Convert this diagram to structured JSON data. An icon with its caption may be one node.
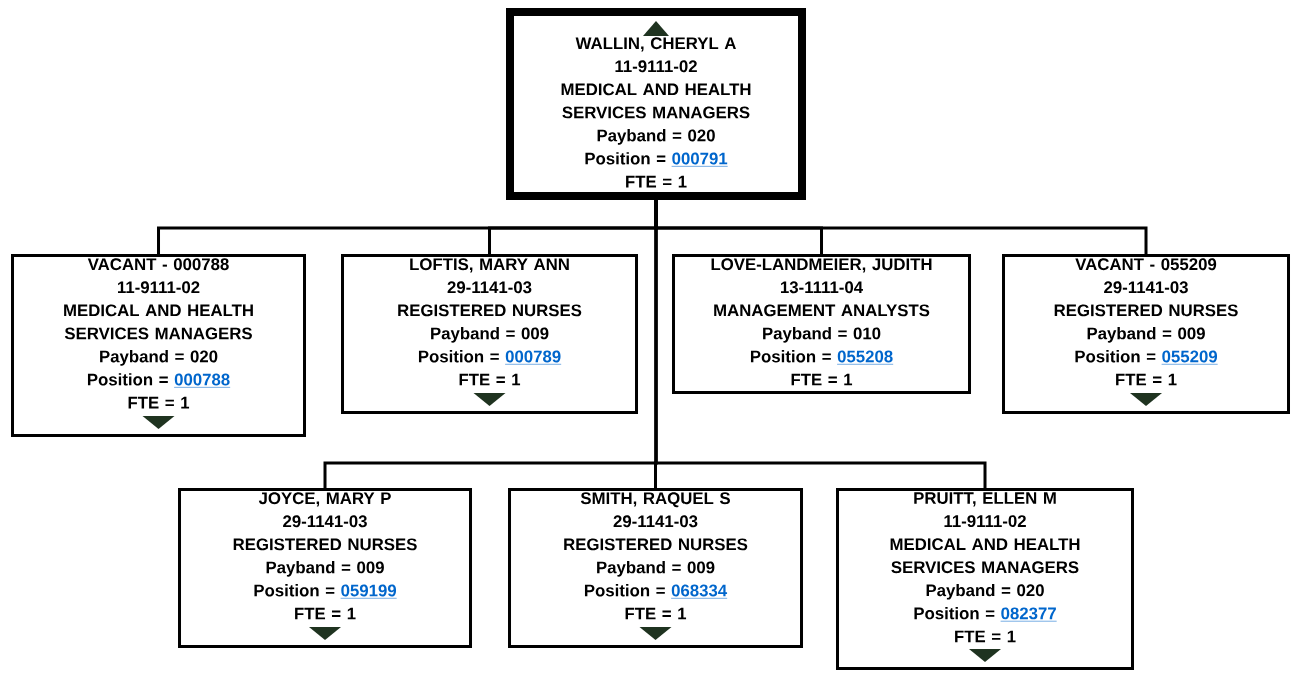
{
  "diagram": {
    "nodes": [
      {
        "text": [
          "WALLIN, CHERYL A",
          "11-9111-02",
          "MEDICAL AND HEALTH SERVICES MANAGERS",
          "Payband = 020",
          "Position =",
          "000791",
          "FTE = 1"
        ]
      },
      {
        "text": [
          "VACANT - 000788",
          "11-9111-02",
          "MEDICAL AND HEALTH SERVICES MANAGERS",
          "Payband = 020",
          "Position =",
          "000788",
          "FTE = 1"
        ]
      },
      {
        "text": [
          "LOFTIS, MARY ANN",
          "29-1141-03",
          "REGISTERED NURSES",
          "Payband = 009",
          "Position =",
          "000789",
          "FTE = 1"
        ]
      },
      {
        "text": [
          "LOVE-LANDMEIER, JUDITH",
          "13-1111-04",
          "MANAGEMENT ANALYSTS",
          "Payband = 010",
          "Position =",
          "055208",
          "FTE = 1"
        ]
      },
      {
        "text": [
          "VACANT - 055209",
          "29-1141-03",
          "REGISTERED NURSES",
          "Payband = 009",
          "Position =",
          "055209",
          "FTE = 1"
        ]
      },
      {
        "text": [
          "JOYCE, MARY P",
          "29-1141-03",
          "REGISTERED NURSES",
          "Payband = 009",
          "Position =",
          "059199",
          "FTE = 1"
        ]
      },
      {
        "text": [
          "SMITH, RAQUEL S",
          "29-1141-03",
          "REGISTERED NURSES",
          "Payband = 009",
          "Position =",
          "068334",
          "FTE = 1"
        ]
      },
      {
        "text": [
          "PRUITT, ELLEN M",
          "11-9111-02",
          "MEDICAL AND HEALTH SERVICES MANAGERS",
          "Payband = 020",
          "Position =",
          "082377",
          "FTE = 1"
        ]
      }
    ],
    "edges": [
      {
        "from": 0,
        "to": 1,
        "arrow": "none"
      },
      {
        "from": 0,
        "to": 2,
        "arrow": "none"
      },
      {
        "from": 0,
        "to": 3,
        "arrow": "none"
      },
      {
        "from": 0,
        "to": 4,
        "arrow": "none"
      },
      {
        "from": 0,
        "to": 5,
        "arrow": "none"
      },
      {
        "from": 0,
        "to": 6,
        "arrow": "none"
      },
      {
        "from": 0,
        "to": 7,
        "arrow": "none"
      }
    ]
  }
}
